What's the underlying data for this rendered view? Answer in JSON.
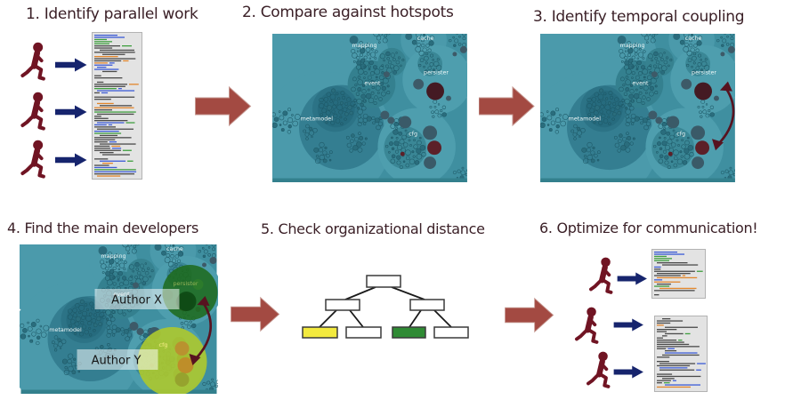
{
  "steps": [
    {
      "label": "1. Identify parallel work"
    },
    {
      "label": "2. Compare against hotspots"
    },
    {
      "label": "3. Identify temporal coupling"
    },
    {
      "label": "4. Find the main developers"
    },
    {
      "label": "5. Check organizational distance"
    },
    {
      "label": "6. Optimize for communication!"
    }
  ],
  "hotspot_map": {
    "package_labels": {
      "mapping": "mapping",
      "cache": "cache",
      "event": "event",
      "persister": "persister",
      "metamodel": "metamodel",
      "cfg": "cfg"
    }
  },
  "author_overlay": {
    "author_x": "Author X",
    "author_y": "Author Y"
  },
  "org_tree": {
    "node_fill": "#ffffff",
    "leaf_colors": [
      "#f3ea3e",
      "#ffffff",
      "#2f8b34",
      "#ffffff"
    ]
  },
  "colors": {
    "title_text": "#3b2027",
    "person": "#701423",
    "small_arrow": "#16246d",
    "big_arrow": "#a34a42",
    "big_arrow_edge": "#c59790",
    "map_background": "#3f8fa0",
    "hotspot_red": "#441a23",
    "coupling_arrow": "#571320",
    "author_x_circle": "#1e6b1d",
    "author_y_circle": "#aac731",
    "code_text": "#4a4a4a",
    "code_keyword": "#3c5bd6",
    "code_string": "#e2862c",
    "code_comment": "#3f9e3f"
  }
}
